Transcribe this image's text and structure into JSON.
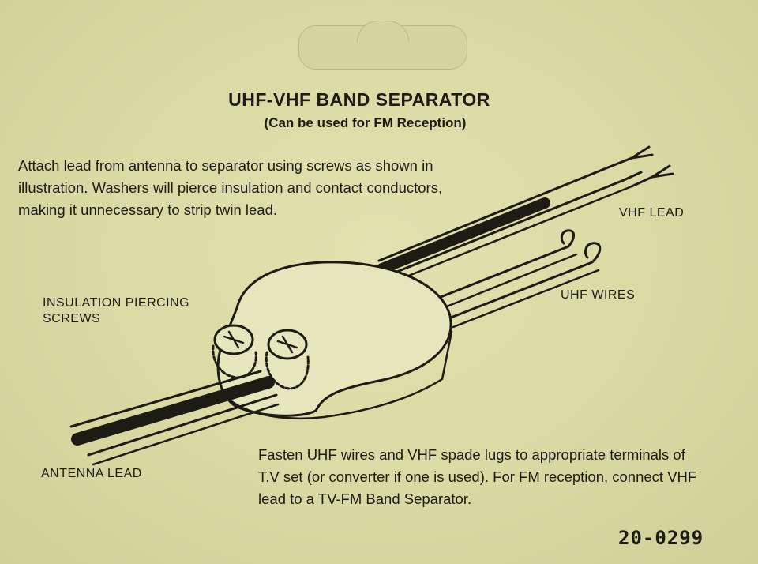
{
  "card": {
    "title": "UHF-VHF BAND SEPARATOR",
    "subtitle": "(Can be used for FM Reception)",
    "intro_text": "Attach lead from antenna to separator using screws as shown in illustration. Washers will pierce insulation and contact conductors, making it unnecessary to strip twin lead.",
    "labels": {
      "vhf_lead": "VHF LEAD",
      "uhf_wires": "UHF WIRES",
      "insulation_screws": "INSULATION PIERCING SCREWS",
      "antenna_lead": "ANTENNA LEAD"
    },
    "instructions_text": "Fasten UHF wires and VHF spade lugs to appropriate terminals of T.V set (or converter if one is used). For FM reception, connect VHF lead to a TV-FM Band Separator.",
    "part_number": "20-0299"
  },
  "colors": {
    "card_background": "#dcdca8",
    "ink": "#1c1c14"
  }
}
